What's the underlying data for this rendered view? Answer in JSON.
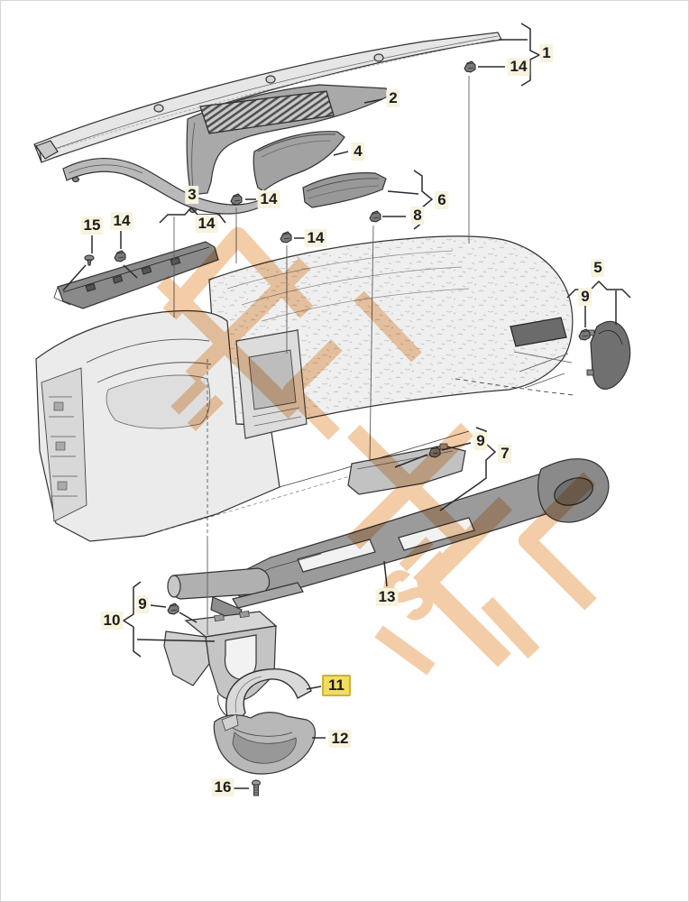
{
  "colors": {
    "label_bg": "#f7f3de",
    "label_text": "#1b1b1b",
    "highlight_bg": "#f3dc62",
    "highlight_border": "#c9b23c",
    "watermark": "#f2c8a0",
    "line_art": "#2f2f2f"
  },
  "selected_callout": "11",
  "callouts": {
    "n1": "1",
    "n2": "2",
    "n3": "3",
    "n4": "4",
    "n5": "5",
    "n6": "6",
    "n7": "7",
    "n8": "8",
    "n9a": "9",
    "n9b": "9",
    "n9c": "9",
    "n10": "10",
    "n11": "11",
    "n12": "12",
    "n13": "13",
    "n14a": "14",
    "n14b": "14",
    "n14c": "14",
    "n14d": "14",
    "n14e": "14",
    "n15": "15",
    "n16": "16"
  }
}
